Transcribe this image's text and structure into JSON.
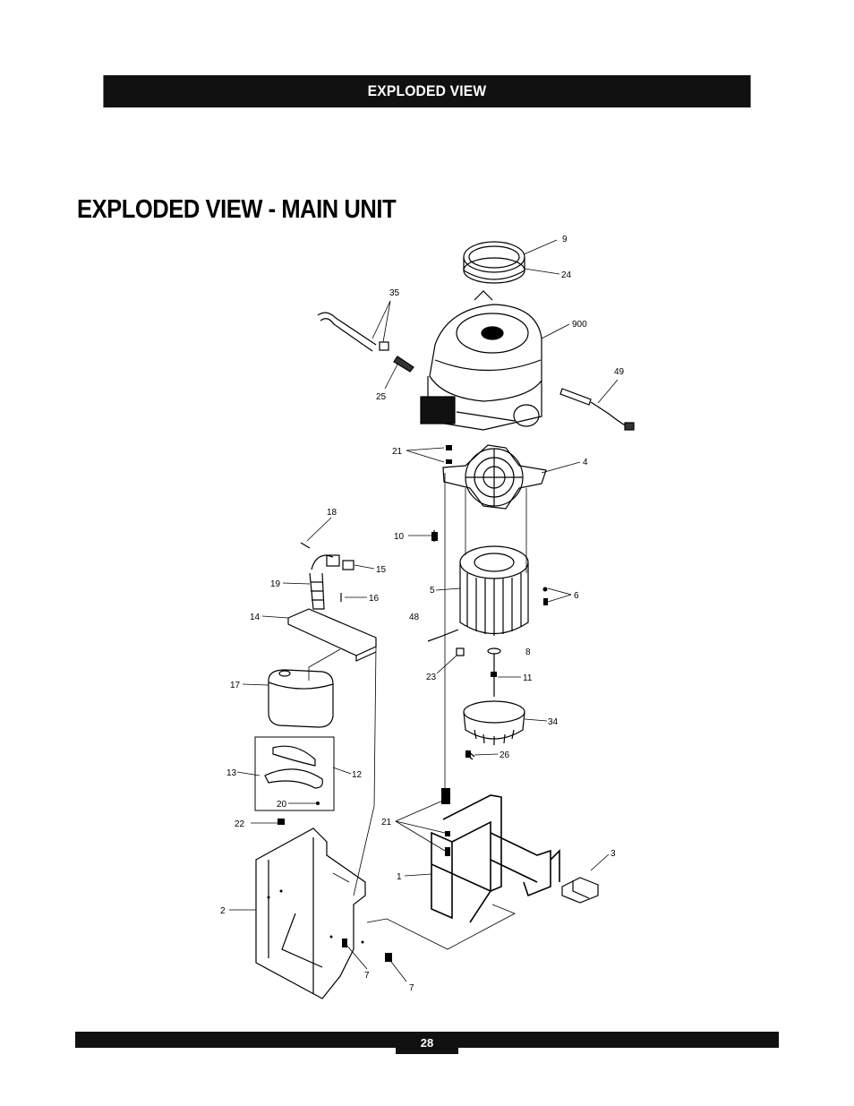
{
  "header": {
    "section_title": "EXPLODED VIEW"
  },
  "page": {
    "title": "EXPLODED VIEW - MAIN UNIT",
    "number": "28"
  },
  "callouts": [
    {
      "id": "c9",
      "label": "9"
    },
    {
      "id": "c24",
      "label": "24"
    },
    {
      "id": "c35",
      "label": "35"
    },
    {
      "id": "c900",
      "label": "900"
    },
    {
      "id": "c25",
      "label": "25"
    },
    {
      "id": "c49",
      "label": "49"
    },
    {
      "id": "c21a",
      "label": "21"
    },
    {
      "id": "c4",
      "label": "4"
    },
    {
      "id": "c18",
      "label": "18"
    },
    {
      "id": "c10",
      "label": "10"
    },
    {
      "id": "c15",
      "label": "15"
    },
    {
      "id": "c19",
      "label": "19"
    },
    {
      "id": "c16",
      "label": "16"
    },
    {
      "id": "c5",
      "label": "5"
    },
    {
      "id": "c6",
      "label": "6"
    },
    {
      "id": "c14",
      "label": "14"
    },
    {
      "id": "c48",
      "label": "48"
    },
    {
      "id": "c8",
      "label": "8"
    },
    {
      "id": "c23",
      "label": "23"
    },
    {
      "id": "c11",
      "label": "11"
    },
    {
      "id": "c17",
      "label": "17"
    },
    {
      "id": "c34",
      "label": "34"
    },
    {
      "id": "c26",
      "label": "26"
    },
    {
      "id": "c13",
      "label": "13"
    },
    {
      "id": "c12",
      "label": "12"
    },
    {
      "id": "c20",
      "label": "20"
    },
    {
      "id": "c22",
      "label": "22"
    },
    {
      "id": "c21b",
      "label": "21"
    },
    {
      "id": "c3",
      "label": "3"
    },
    {
      "id": "c1",
      "label": "1"
    },
    {
      "id": "c2",
      "label": "2"
    },
    {
      "id": "c7a",
      "label": "7"
    },
    {
      "id": "c7b",
      "label": "7"
    }
  ]
}
